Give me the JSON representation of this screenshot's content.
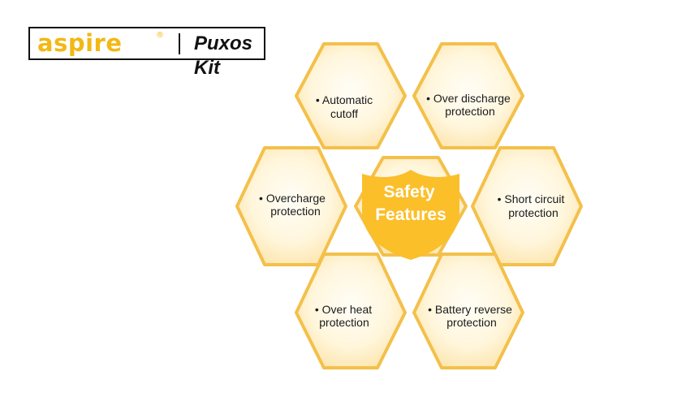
{
  "logo": {
    "brand": "aspire",
    "registered": "®",
    "product": "Puxos Kit"
  },
  "center": {
    "line1": "Safety",
    "line2": "Features"
  },
  "features": [
    {
      "line1": "• Automatic",
      "line2": "cutoff"
    },
    {
      "line1": "• Over discharge",
      "line2": "protection"
    },
    {
      "line1": "• Overcharge",
      "line2": "protection"
    },
    {
      "line1": "• Short circuit",
      "line2": "protection"
    },
    {
      "line1": "• Over heat",
      "line2": "protection"
    },
    {
      "line1": "• Battery reverse",
      "line2": "protection"
    }
  ],
  "colors": {
    "hex_border": "#f3c04a",
    "hex_fill_center": "#fffdf6",
    "hex_fill_edge": "#fde7b2",
    "shield": "#fbbf2a",
    "center_text": "#ffffff"
  }
}
